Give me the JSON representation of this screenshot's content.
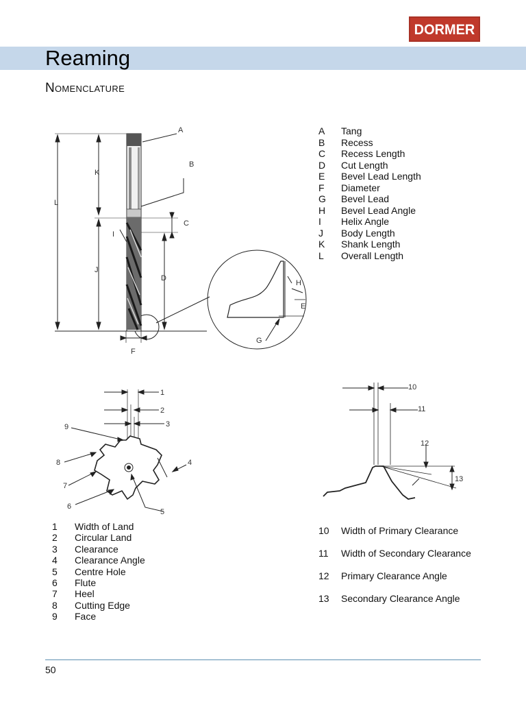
{
  "brand": {
    "logo_text": "DORMER",
    "color": "#c0392b"
  },
  "header": {
    "title": "Reaming",
    "band_color": "#c5d7ea"
  },
  "section": {
    "subtitle": "Nomenclature"
  },
  "reamer_diagram": {
    "labels": {
      "A": "A",
      "B": "B",
      "C": "C",
      "D": "D",
      "E": "E",
      "F": "F",
      "G": "G",
      "H": "H",
      "I": "I",
      "J": "J",
      "K": "K",
      "L": "L"
    }
  },
  "nomenclature": [
    {
      "key": "A",
      "label": "Tang"
    },
    {
      "key": "B",
      "label": "Recess"
    },
    {
      "key": "C",
      "label": "Recess Length"
    },
    {
      "key": "D",
      "label": "Cut Length"
    },
    {
      "key": "E",
      "label": "Bevel Lead Length"
    },
    {
      "key": "F",
      "label": "Diameter"
    },
    {
      "key": "G",
      "label": "Bevel Lead"
    },
    {
      "key": "H",
      "label": "Bevel Lead Angle"
    },
    {
      "key": "I",
      "label": "Helix Angle"
    },
    {
      "key": "J",
      "label": "Body Length"
    },
    {
      "key": "K",
      "label": "Shank Length"
    },
    {
      "key": "L",
      "label": "Overall Length"
    }
  ],
  "cross_section_diagram": {
    "labels": {
      "n1": "1",
      "n2": "2",
      "n3": "3",
      "n4": "4",
      "n5": "5",
      "n6": "6",
      "n7": "7",
      "n8": "8",
      "n9": "9"
    }
  },
  "clearance_diagram": {
    "labels": {
      "n10": "10",
      "n11": "11",
      "n12": "12",
      "n13": "13"
    }
  },
  "cross_section_legend": [
    {
      "key": "1",
      "label": "Width of Land"
    },
    {
      "key": "2",
      "label": "Circular Land"
    },
    {
      "key": "3",
      "label": "Clearance"
    },
    {
      "key": "4",
      "label": "Clearance Angle"
    },
    {
      "key": "5",
      "label": "Centre Hole"
    },
    {
      "key": "6",
      "label": "Flute"
    },
    {
      "key": "7",
      "label": "Heel"
    },
    {
      "key": "8",
      "label": "Cutting Edge"
    },
    {
      "key": "9",
      "label": "Face"
    }
  ],
  "clearance_legend": [
    {
      "key": "10",
      "label": "Width of Primary Clearance"
    },
    {
      "key": "11",
      "label": "Width of Secondary Clearance"
    },
    {
      "key": "12",
      "label": "Primary Clearance Angle"
    },
    {
      "key": "13",
      "label": "Secondary Clearance Angle"
    }
  ],
  "footer": {
    "page_number": "50",
    "rule_color": "#5b8fb0"
  }
}
